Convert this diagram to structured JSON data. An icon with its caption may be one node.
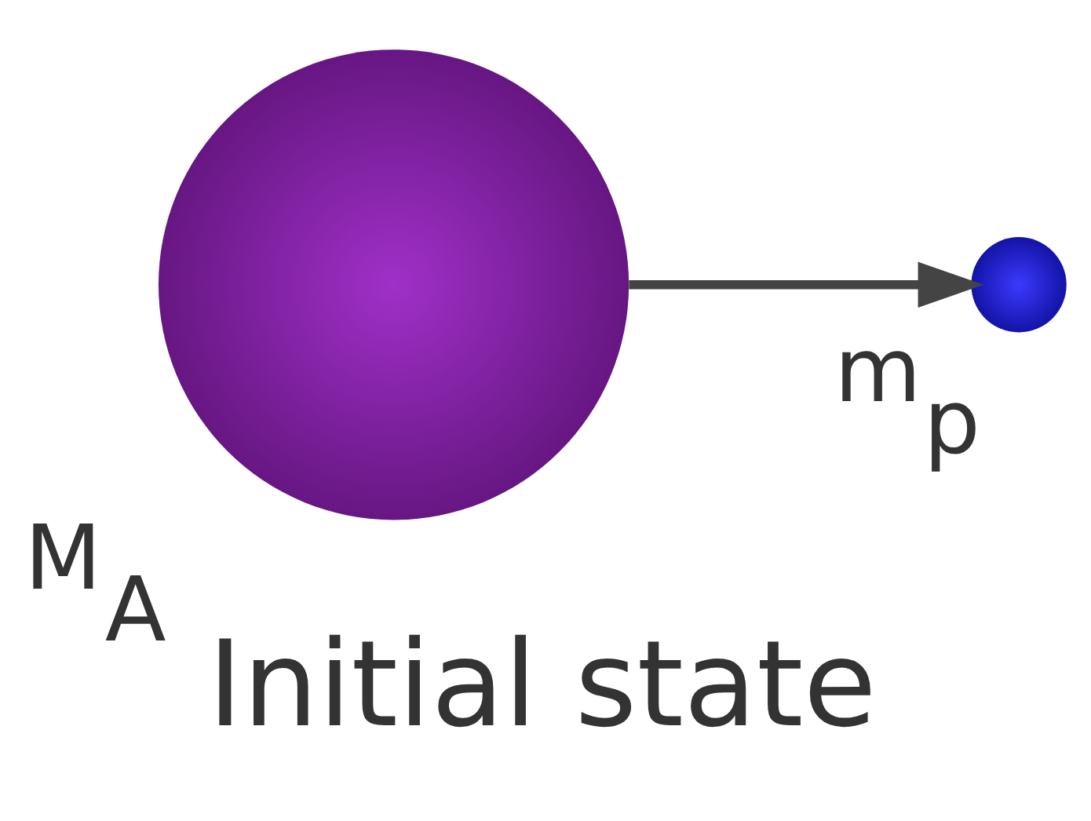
{
  "diagram": {
    "caption": "Initial state",
    "nodes": [
      {
        "text": [
          "M$_{A}$"
        ]
      },
      {
        "text": [
          "m$_{p}$"
        ]
      }
    ],
    "edges": [
      {
        "from": 0,
        "to": 1,
        "arrow": "to"
      }
    ]
  }
}
